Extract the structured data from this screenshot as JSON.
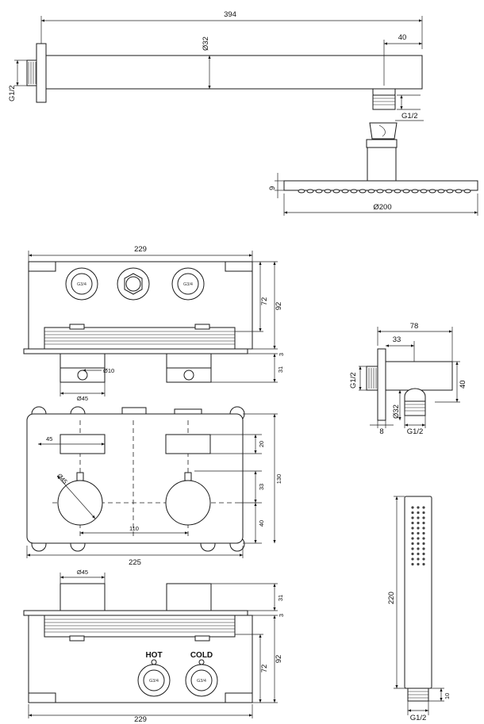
{
  "shower_arm": {
    "length": "394",
    "diameter": "Ø32",
    "offset": "40",
    "wall_thread": "G1/2",
    "outlet_thread": "G1/2"
  },
  "shower_head": {
    "thickness": "9",
    "diameter": "Ø200"
  },
  "valve_top_view": {
    "width": "229",
    "depth_inner": "72",
    "depth_total": "92",
    "plate": "3",
    "cap_height": "31",
    "hole_diameter": "Ø10",
    "cap_diameter": "Ø45",
    "port_left": "G3/4",
    "port_right": "G3/4"
  },
  "valve_front_view": {
    "window_width": "45",
    "window_height": "20",
    "total_height": "130",
    "center_to_axis": "33",
    "axis_to_bottom": "40",
    "knob_diameter": "Ø45",
    "knob_spacing": "110",
    "plate_width": "225"
  },
  "valve_bottom_view": {
    "cap_diameter": "Ø45",
    "cap_height": "31",
    "plate": "3",
    "depth_inner": "72",
    "depth_total": "92",
    "width": "229",
    "hot_label": "HOT",
    "cold_label": "COLD",
    "port_left": "G3/4",
    "port_right": "G3/4"
  },
  "wall_outlet": {
    "length": "78",
    "offset": "33",
    "height": "40",
    "thread": "G1/2",
    "diameter": "Ø32",
    "flange": "8",
    "outlet_thread": "G1/2"
  },
  "hand_shower": {
    "length": "220",
    "thread_length": "10",
    "thread": "G1/2"
  }
}
